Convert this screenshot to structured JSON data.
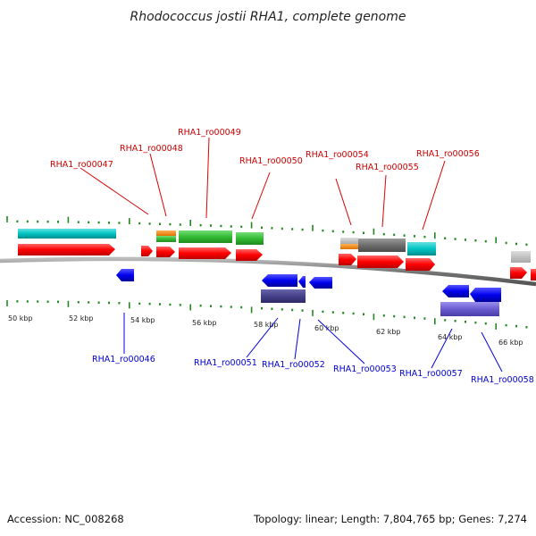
{
  "title": "Rhodococcus jostii RHA1, complete genome",
  "footer": {
    "accession": "Accession: NC_008268",
    "topology": "Topology: linear; Length: 7,804,765 bp; Genes: 7,274"
  },
  "kbp_labels": [
    "50 kbp",
    "52 kbp",
    "54 kbp",
    "56 kbp",
    "58 kbp",
    "60 kbp",
    "62 kbp",
    "64 kbp",
    "66 kbp"
  ],
  "gene_labels_top": [
    "RHA1_ro00047",
    "RHA1_ro00048",
    "RHA1_ro00049",
    "RHA1_ro00050",
    "RHA1_ro00054",
    "RHA1_ro00055",
    "RHA1_ro00056"
  ],
  "gene_labels_bottom": [
    "RHA1_ro00046",
    "RHA1_ro00051",
    "RHA1_ro00052",
    "RHA1_ro00053",
    "RHA1_ro00057",
    "RHA1_ro00058"
  ],
  "colors": {
    "forward_gene": "#ff0000",
    "reverse_gene": "#0000ff",
    "cyan_feature": "#00cccc",
    "green_feature": "#33cc33",
    "orange_feature": "#ff8c00",
    "gray_feature": "#777777",
    "purple_feature": "#6655cc",
    "tick_green": "#228822",
    "label_top": "#cc0000",
    "label_bottom": "#0000cc"
  }
}
